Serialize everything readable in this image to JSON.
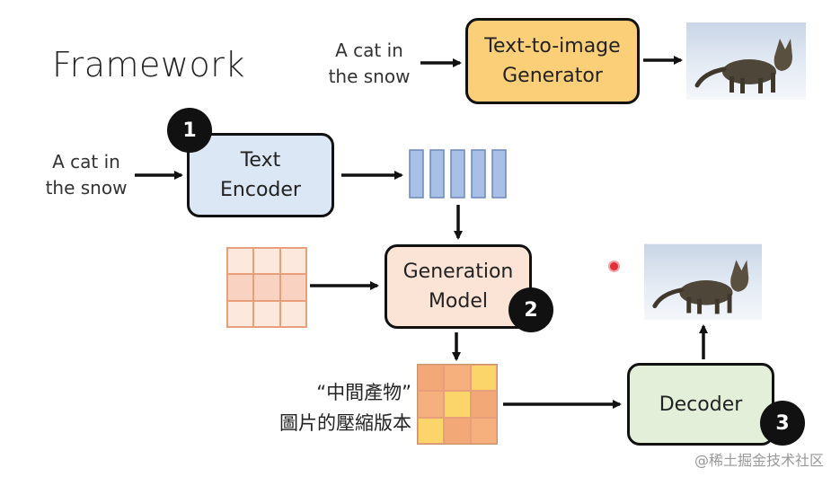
{
  "title": "Framework",
  "top_input": [
    "A cat in",
    "the snow"
  ],
  "t2i_box": [
    "Text-to-image",
    "Generator"
  ],
  "left_input": [
    "A cat in",
    "the snow"
  ],
  "text_encoder": [
    "Text",
    "Encoder"
  ],
  "generation_model": [
    "Generation",
    "Model"
  ],
  "decoder": "Decoder",
  "badges": [
    "1",
    "2",
    "3"
  ],
  "intermediate_label": [
    "“中間產物”",
    "圖片的壓縮版本"
  ],
  "watermark": "@稀土掘金技术社区",
  "colors": {
    "t2i_fill": "#fbcf78",
    "encoder_fill": "#dbe7f5",
    "genmodel_fill": "#fbe4d6",
    "decoder_fill": "#e3efd9",
    "vector_fill": "#a8bfe6",
    "latent_light": "#fde1d3",
    "latent_orange": "#f2a877",
    "latent_yellow": "#fcd56a"
  },
  "icons": [
    "cat-photo-icon",
    "arrow-icon",
    "red-pointer-dot"
  ]
}
